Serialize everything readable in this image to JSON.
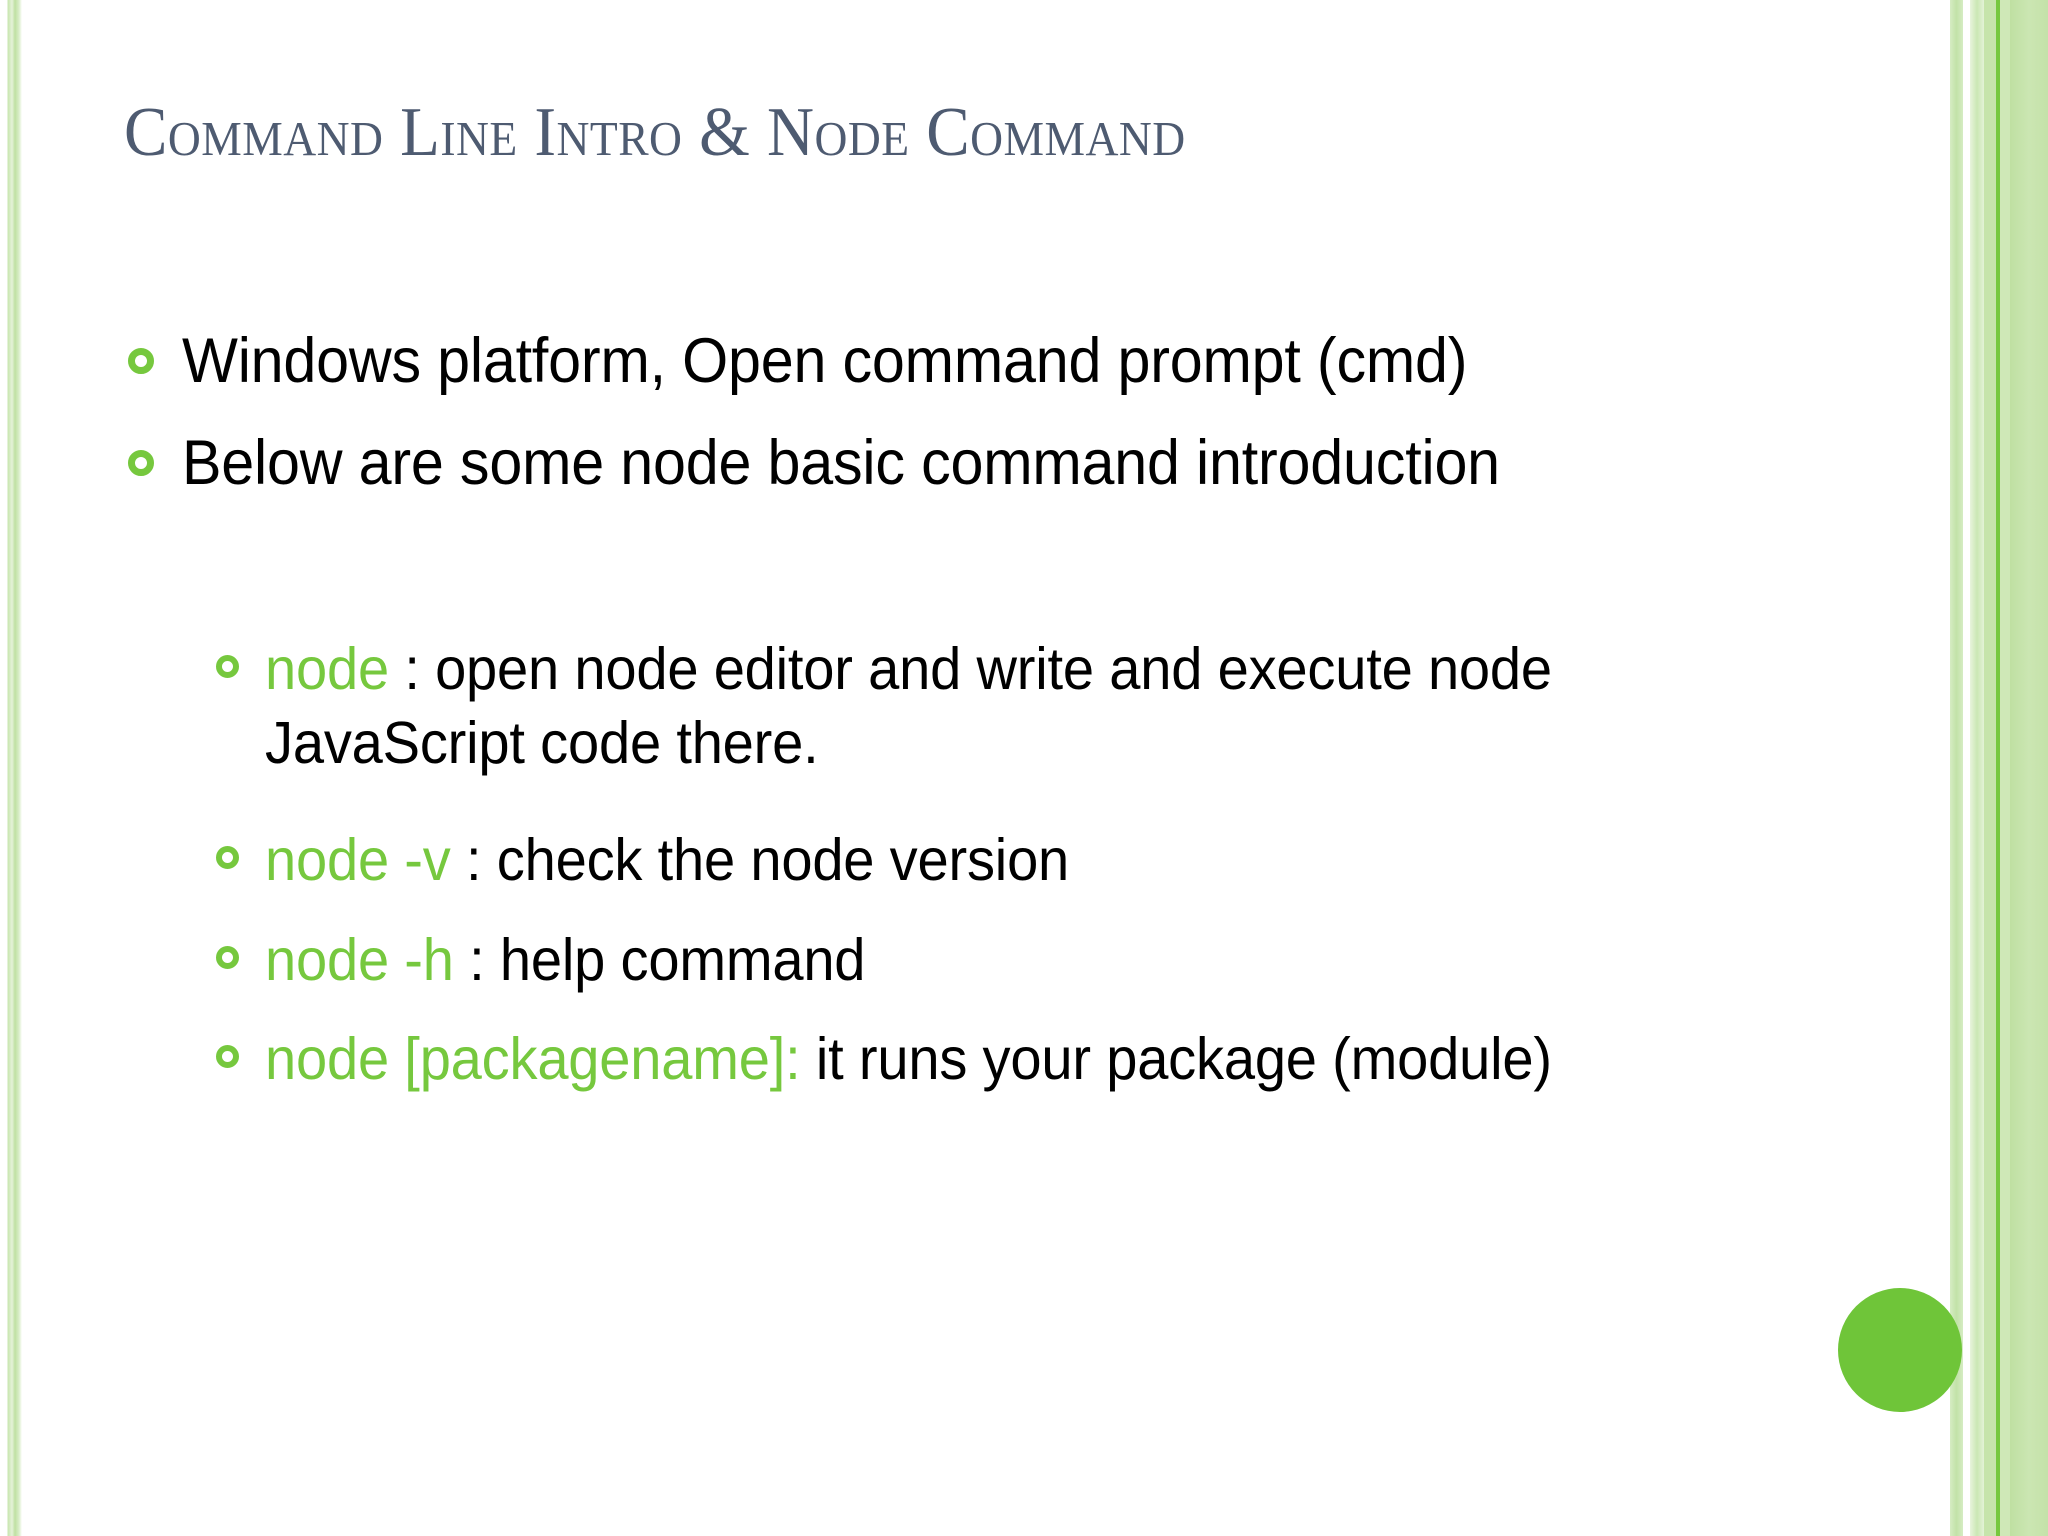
{
  "slide": {
    "title": "Command Line Intro & Node Command",
    "title_color": "#4e5b71",
    "accent_color": "#76c83e",
    "background_color": "#ffffff"
  },
  "bullets": [
    {
      "id": "b1",
      "level": 1,
      "text": "Windows platform, Open command prompt (cmd)"
    },
    {
      "id": "b2",
      "level": 1,
      "text": "Below are some node basic command introduction"
    }
  ],
  "sub_bullets": [
    {
      "id": "s1",
      "level": 2,
      "command": "node",
      "description": " : open node editor and write and execute node JavaScript code there."
    },
    {
      "id": "s2",
      "level": 2,
      "command": "node -v",
      "description": " : check the node version"
    },
    {
      "id": "s3",
      "level": 2,
      "command": "node -h",
      "description": " : help command"
    },
    {
      "id": "s4",
      "level": 2,
      "command": "node [packagename]:",
      "description": " it runs your package (module)"
    }
  ],
  "decorations": {
    "bullet_marker": "ring-bullet-icon",
    "green_dot": "green-circle-decoration",
    "left_border": "left-green-stripe",
    "right_border": "right-green-stripe-band"
  }
}
